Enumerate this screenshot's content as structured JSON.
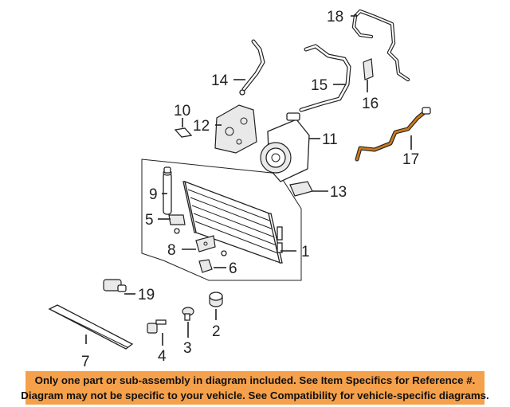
{
  "parts": [
    {
      "number": "1",
      "name": "condenser"
    },
    {
      "number": "2",
      "name": "cap"
    },
    {
      "number": "3",
      "name": "bolt"
    },
    {
      "number": "4",
      "name": "bolt"
    },
    {
      "number": "5",
      "name": "bracket"
    },
    {
      "number": "6",
      "name": "cushion"
    },
    {
      "number": "7",
      "name": "seal"
    },
    {
      "number": "8",
      "name": "bracket"
    },
    {
      "number": "9",
      "name": "receiver-drier"
    },
    {
      "number": "10",
      "name": "label"
    },
    {
      "number": "11",
      "name": "compressor"
    },
    {
      "number": "12",
      "name": "compressor-bracket"
    },
    {
      "number": "13",
      "name": "bracket"
    },
    {
      "number": "14",
      "name": "hose"
    },
    {
      "number": "15",
      "name": "hose"
    },
    {
      "number": "16",
      "name": "bracket"
    },
    {
      "number": "17",
      "name": "line",
      "highlighted": true
    },
    {
      "number": "18",
      "name": "line"
    },
    {
      "number": "19",
      "name": "switch"
    }
  ],
  "banner": {
    "line1": "Only one part or sub-assembly in diagram included. See Item Specifics for Reference #.",
    "line2": "Diagram may not be specific to your vehicle. See Compatibility for vehicle-specific diagrams."
  },
  "colors": {
    "banner_background": "#f5a04a",
    "highlight_part": "#c97a1c",
    "line_art": "#222222"
  }
}
